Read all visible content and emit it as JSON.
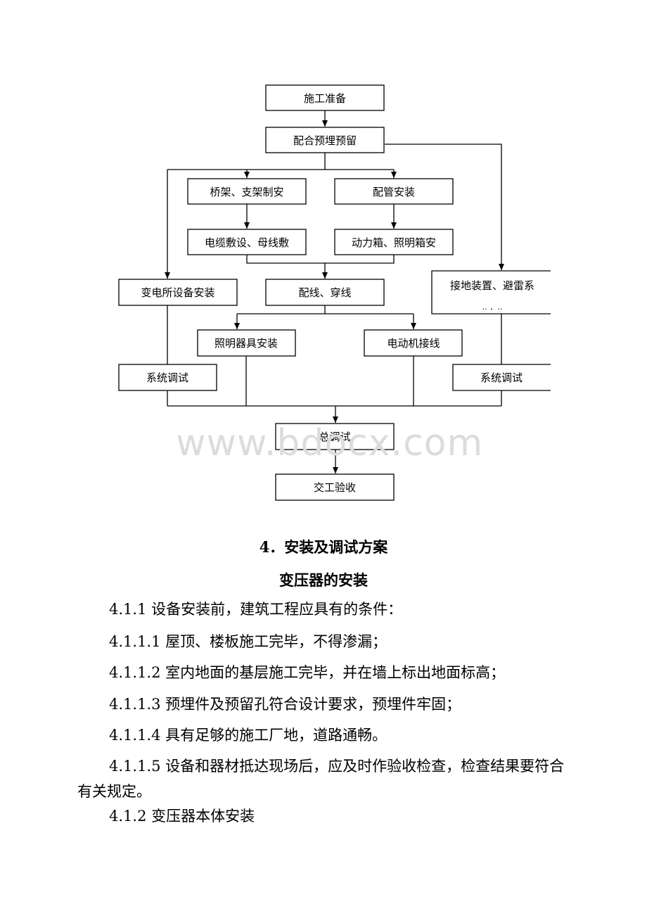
{
  "flowchart": {
    "nodes": {
      "prep": "施工准备",
      "embed": "配合预埋预留",
      "tray": "桥架、支架制安",
      "pipe": "配管安装",
      "cable": "电缆敷设、母线敷",
      "box": "动力箱、照明箱安",
      "substation": "变电所设备安装",
      "wiring": "配线、穿线",
      "ground": "接地装置、避雷系",
      "ground_cont": "‥ ．‥",
      "lighting": "照明器具安装",
      "motor": "电动机接线",
      "test_left": "系统调试",
      "test_right": "系统调试",
      "total_test": "总调试",
      "handover": "交工验收"
    }
  },
  "watermark": "www.bdocx.com",
  "section": {
    "title": "4．安装及调试方案",
    "subtitle": "变压器的安装"
  },
  "paragraphs": {
    "p1": "4.1.1 设备安装前，建筑工程应具有的条件：",
    "p2": "4.1.1.1 屋顶、楼板施工完毕，不得渗漏；",
    "p3": "4.1.1.2 室内地面的基层施工完毕，并在墙上标出地面标高；",
    "p4": "4.1.1.3 预埋件及预留孔符合设计要求，预埋件牢固；",
    "p5": "4.1.1.4 具有足够的施工厂地，道路通畅。",
    "p6": "4.1.1.5 设备和器材抵达现场后，应及时作验收检查，检查结果要符合有关规定。",
    "p7": "4.1.2 变压器本体安装"
  }
}
